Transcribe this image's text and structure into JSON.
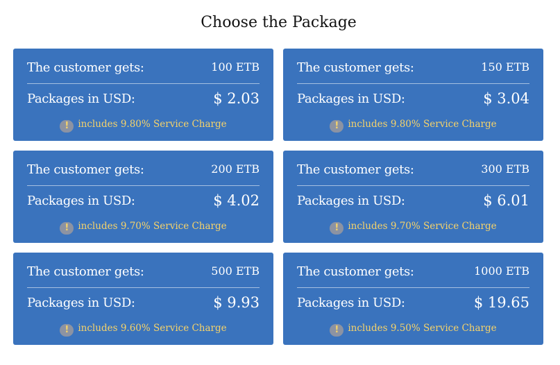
{
  "title": "Choose the Package",
  "labels": {
    "gets": "The customer gets:",
    "usd": "Packages in USD:",
    "note_prefix": "includes",
    "note_suffix": "Service Charge",
    "warn_glyph": "!"
  },
  "colors": {
    "card_bg": "#3a73bd",
    "note_text": "#f6d36a",
    "warn_icon_bg": "#8c93a3"
  },
  "packages": [
    {
      "etb": "100 ETB",
      "usd": "$ 2.03",
      "charge": "9.80%"
    },
    {
      "etb": "150 ETB",
      "usd": "$ 3.04",
      "charge": "9.80%"
    },
    {
      "etb": "200 ETB",
      "usd": "$ 4.02",
      "charge": "9.70%"
    },
    {
      "etb": "300 ETB",
      "usd": "$ 6.01",
      "charge": "9.70%"
    },
    {
      "etb": "500 ETB",
      "usd": "$ 9.93",
      "charge": "9.60%"
    },
    {
      "etb": "1000 ETB",
      "usd": "$ 19.65",
      "charge": "9.50%"
    }
  ]
}
